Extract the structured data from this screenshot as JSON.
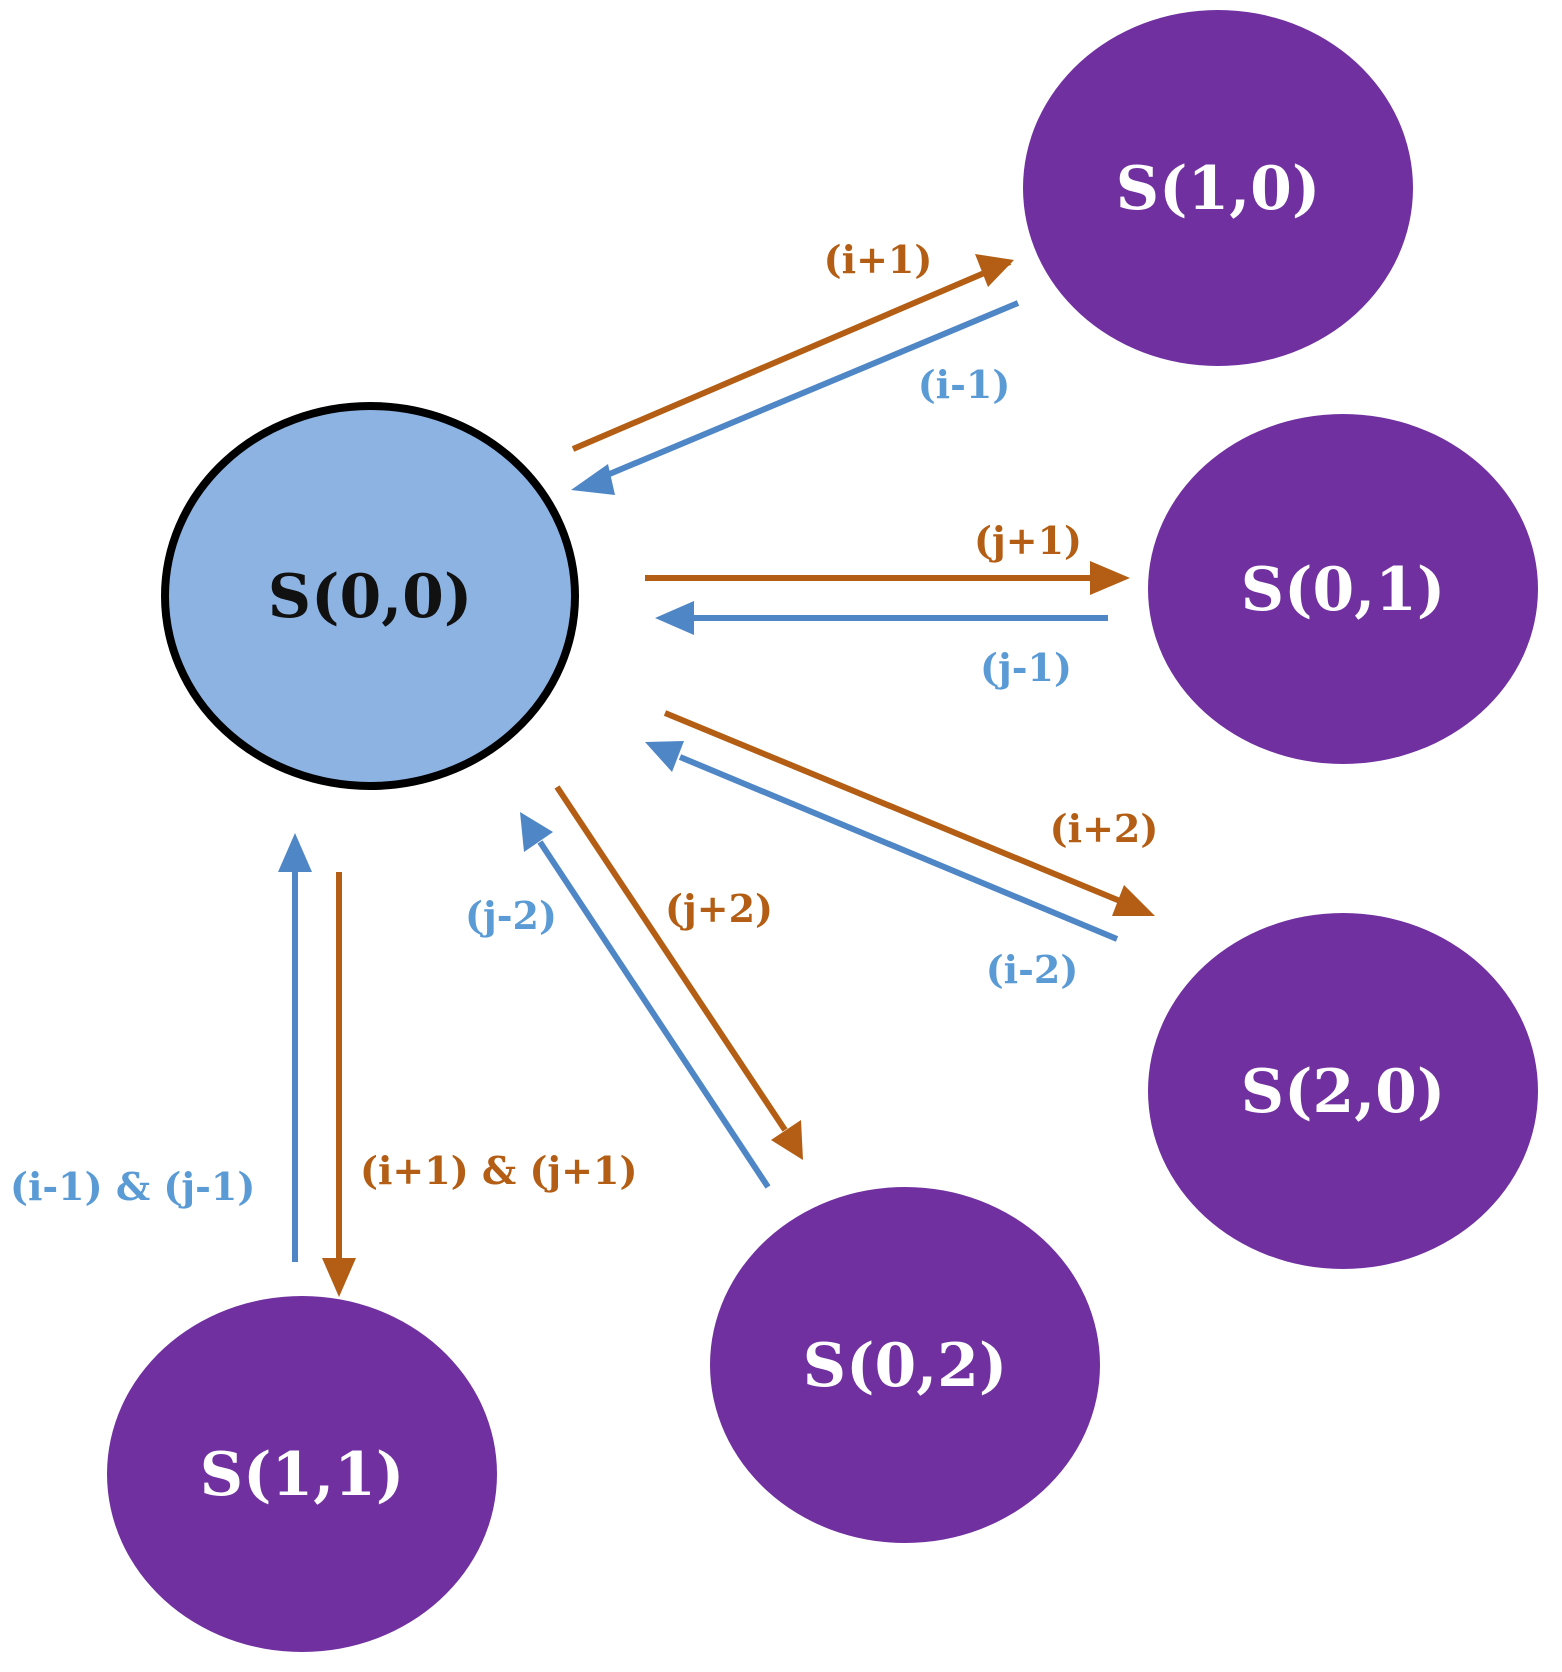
{
  "colors": {
    "background": "#ffffff",
    "center_fill": "#8db3e2",
    "center_stroke": "#000000",
    "center_text": "#111111",
    "node_fill": "#7030a0",
    "node_text": "#ffffff",
    "forward_arrow": "#b35e14",
    "backward_arrow": "#4f86c6",
    "forward_label": "#b35e14",
    "backward_label": "#5b9bd5"
  },
  "nodes": {
    "s00": "S(0,0)",
    "s10": "S(1,0)",
    "s01": "S(0,1)",
    "s20": "S(2,0)",
    "s02": "S(0,2)",
    "s11": "S(1,1)"
  },
  "edges": {
    "i_plus_1": "(i+1)",
    "i_minus_1": "(i-1)",
    "j_plus_1": "(j+1)",
    "j_minus_1": "(j-1)",
    "i_plus_2": "(i+2)",
    "i_minus_2": "(i-2)",
    "j_plus_2": "(j+2)",
    "j_minus_2": "(j-2)",
    "ij_plus_1": "(i+1) & (j+1)",
    "ij_minus_1": "(i-1) & (j-1)"
  }
}
